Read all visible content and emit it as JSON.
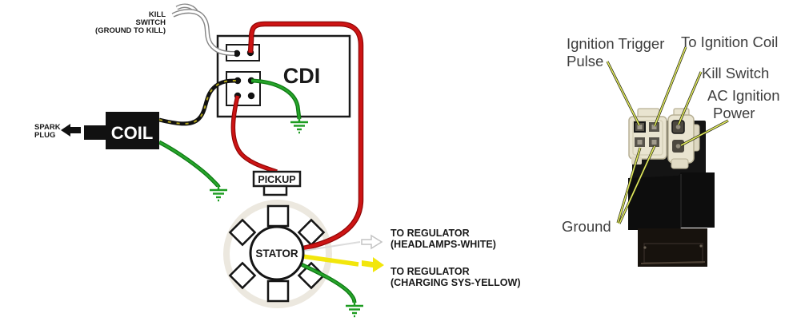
{
  "diagram": {
    "kill_switch_label": [
      "KILL",
      "SWITCH",
      "(GROUND TO KILL)"
    ],
    "cdi_label": "CDI",
    "coil_label": "COIL",
    "spark_plug_label": [
      "SPARK",
      "PLUG"
    ],
    "pickup_label": "PICKUP",
    "stator_label": "STATOR",
    "regulator_headlamps_label": [
      "TO REGULATOR",
      "(HEADLAMPS-WHITE)"
    ],
    "regulator_charging_label": [
      "TO REGULATOR",
      "(CHARGING SYS-YELLOW)"
    ],
    "wire_colors": {
      "ignition_power": "#c51212",
      "ground_wires": "#1d9c21",
      "charging": "#f2e60c",
      "headlamps": "#d9d9d9",
      "kill_switch": "#858585",
      "coil_trigger": "#111111 with #b3a51a stripes"
    }
  },
  "photo": {
    "labels": {
      "ignition_trigger": [
        "Ignition Trigger",
        "Pulse"
      ],
      "to_ignition_coil": "To Ignition Coil",
      "kill_switch": "Kill Switch",
      "ac_ignition_power": [
        "AC Ignition",
        "Power"
      ],
      "ground": "Ground"
    },
    "leader_line_color": "#e3ec5f",
    "connector_color": "#e9e4d0",
    "body_color": "#121212"
  }
}
